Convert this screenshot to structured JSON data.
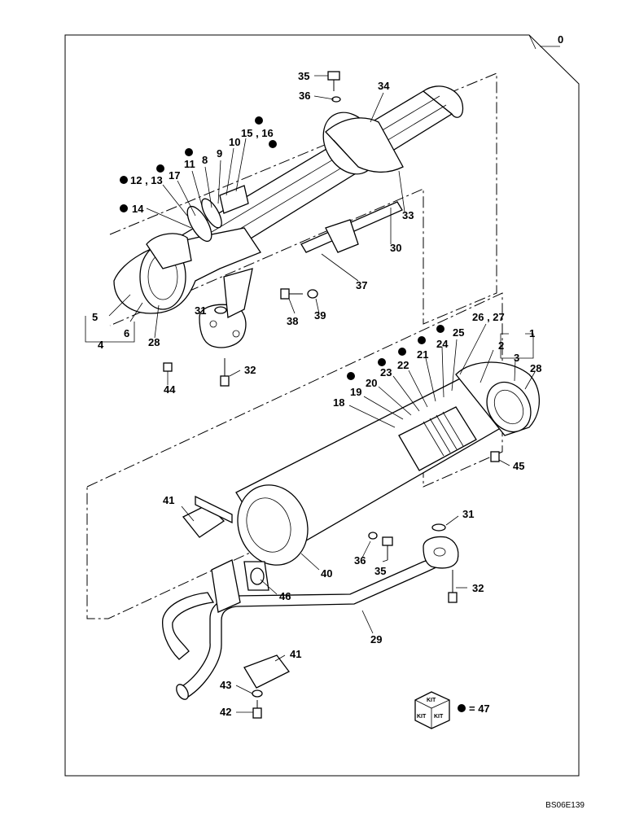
{
  "diagram": {
    "drawing_code": "BS06E139",
    "kit_legend": {
      "box_top": "KIT",
      "box_left": "KIT",
      "box_right": "KIT",
      "label": "= 47"
    },
    "callouts": [
      {
        "id": "c0",
        "text": "0"
      },
      {
        "id": "c35a",
        "text": "35"
      },
      {
        "id": "c36a",
        "text": "36"
      },
      {
        "id": "c34",
        "text": "34"
      },
      {
        "id": "c1516",
        "text": "15 , 16"
      },
      {
        "id": "c10",
        "text": "10"
      },
      {
        "id": "c9",
        "text": "9"
      },
      {
        "id": "c8",
        "text": "8"
      },
      {
        "id": "c11",
        "text": "11"
      },
      {
        "id": "c17",
        "text": "17"
      },
      {
        "id": "c1213",
        "text": "12 , 13"
      },
      {
        "id": "c14",
        "text": "14"
      },
      {
        "id": "c33",
        "text": "33"
      },
      {
        "id": "c30",
        "text": "30"
      },
      {
        "id": "c37",
        "text": "37"
      },
      {
        "id": "c38",
        "text": "38"
      },
      {
        "id": "c39",
        "text": "39"
      },
      {
        "id": "c31a",
        "text": "31"
      },
      {
        "id": "c5",
        "text": "5"
      },
      {
        "id": "c6",
        "text": "6"
      },
      {
        "id": "c4",
        "text": "4"
      },
      {
        "id": "c28a",
        "text": "28"
      },
      {
        "id": "c32a",
        "text": "32"
      },
      {
        "id": "c44",
        "text": "44"
      },
      {
        "id": "c2627",
        "text": "26 , 27"
      },
      {
        "id": "c1",
        "text": "1"
      },
      {
        "id": "c25",
        "text": "25"
      },
      {
        "id": "c24",
        "text": "24"
      },
      {
        "id": "c2",
        "text": "2"
      },
      {
        "id": "c21",
        "text": "21"
      },
      {
        "id": "c22",
        "text": "22"
      },
      {
        "id": "c3",
        "text": "3"
      },
      {
        "id": "c28b",
        "text": "28"
      },
      {
        "id": "c23",
        "text": "23"
      },
      {
        "id": "c20",
        "text": "20"
      },
      {
        "id": "c19",
        "text": "19"
      },
      {
        "id": "c18",
        "text": "18"
      },
      {
        "id": "c45",
        "text": "45"
      },
      {
        "id": "c41a",
        "text": "41"
      },
      {
        "id": "c31b",
        "text": "31"
      },
      {
        "id": "c36b",
        "text": "36"
      },
      {
        "id": "c35b",
        "text": "35"
      },
      {
        "id": "c40",
        "text": "40"
      },
      {
        "id": "c32b",
        "text": "32"
      },
      {
        "id": "c46",
        "text": "46"
      },
      {
        "id": "c29",
        "text": "29"
      },
      {
        "id": "c41b",
        "text": "41"
      },
      {
        "id": "c43",
        "text": "43"
      },
      {
        "id": "c42",
        "text": "42"
      }
    ]
  }
}
